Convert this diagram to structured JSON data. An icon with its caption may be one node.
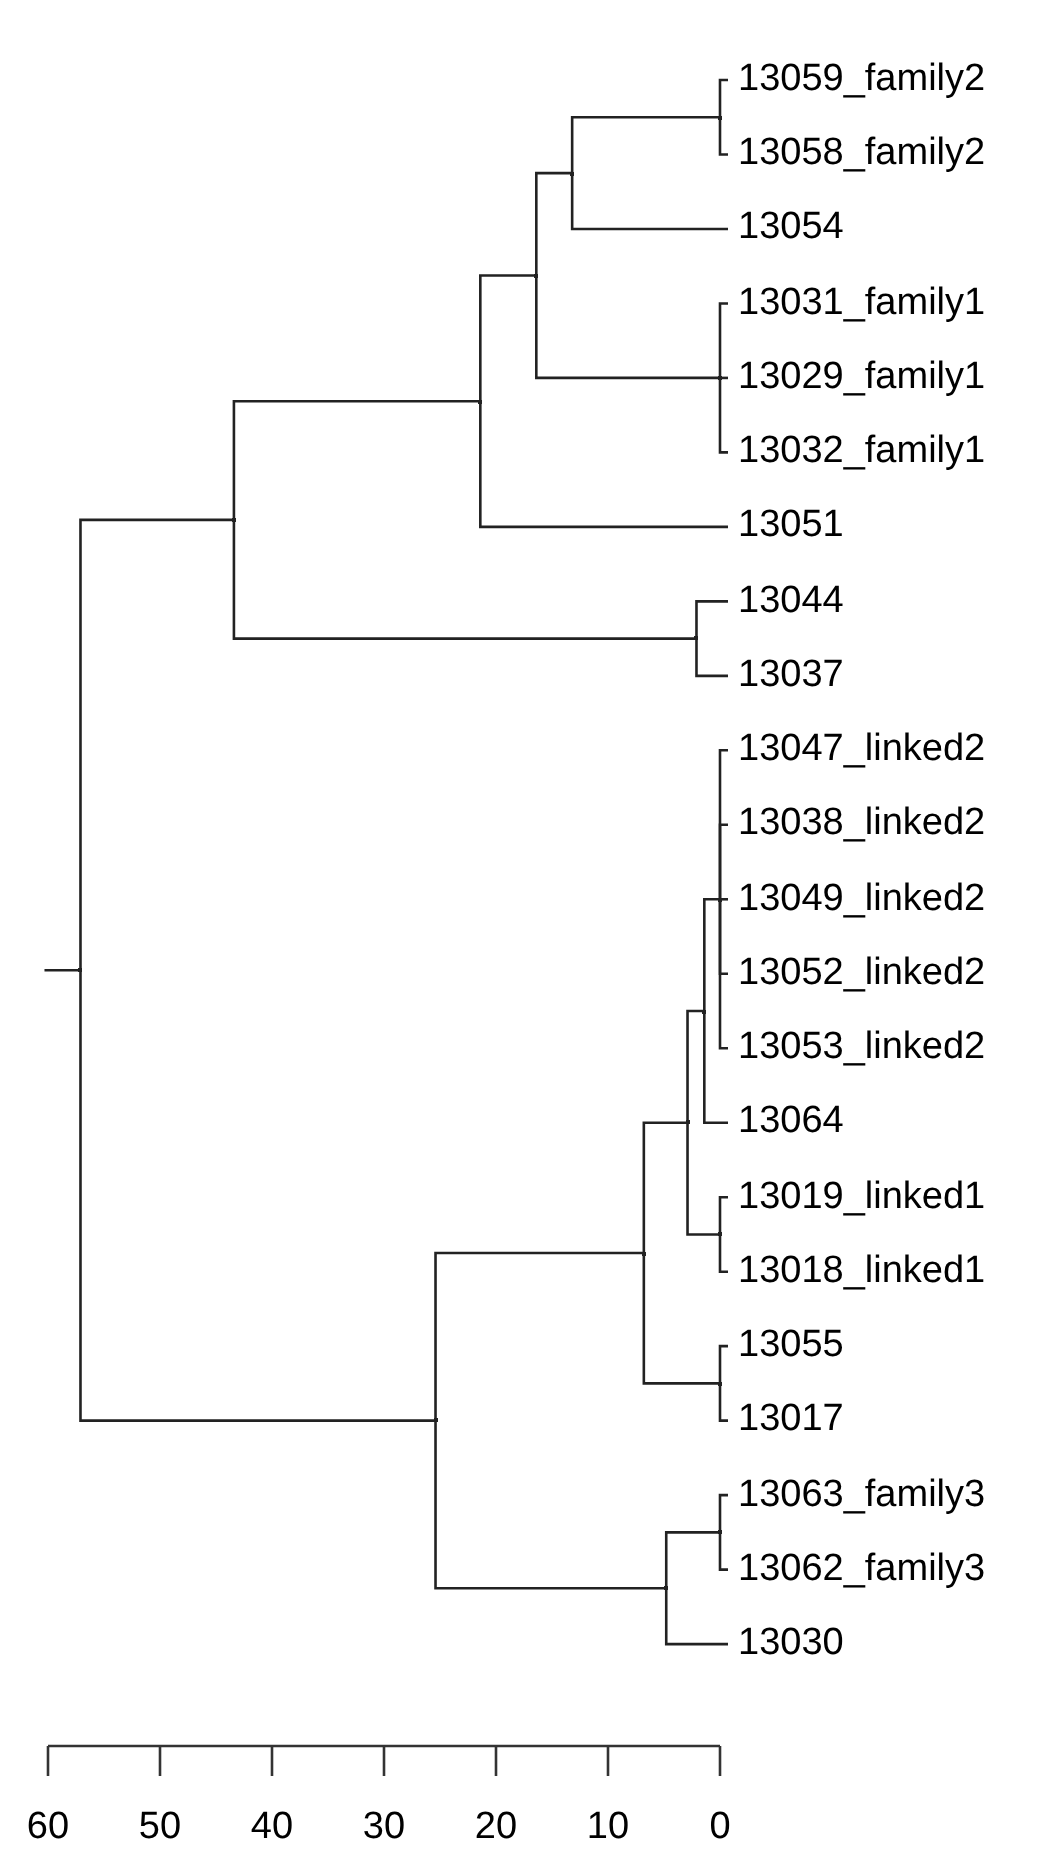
{
  "diagram": {
    "nodes": [
      {
        "text": [
          "13059_family2"
        ]
      },
      {
        "text": [
          "13058_family2"
        ]
      },
      {
        "text": [
          "13054"
        ]
      },
      {
        "text": [
          "13031_family1"
        ]
      },
      {
        "text": [
          "13029_family1"
        ]
      },
      {
        "text": [
          "13032_family1"
        ]
      },
      {
        "text": [
          "13051"
        ]
      },
      {
        "text": [
          "13044"
        ]
      },
      {
        "text": [
          "13037"
        ]
      },
      {
        "text": [
          "13047_linked2"
        ]
      },
      {
        "text": [
          "13038_linked2"
        ]
      },
      {
        "text": [
          "13049_linked2"
        ]
      },
      {
        "text": [
          "13052_linked2"
        ]
      },
      {
        "text": [
          "13053_linked2"
        ]
      },
      {
        "text": [
          "13064"
        ]
      },
      {
        "text": [
          "13019_linked1"
        ]
      },
      {
        "text": [
          "13018_linked1"
        ]
      },
      {
        "text": [
          "13055"
        ]
      },
      {
        "text": [
          "13017"
        ]
      },
      {
        "text": [
          "13063_family3"
        ]
      },
      {
        "text": [
          "13062_family3"
        ]
      },
      {
        "text": [
          "13030"
        ]
      },
      {
        "text": [],
        "shape": "point"
      },
      {
        "text": [],
        "shape": "point"
      },
      {
        "text": [],
        "shape": "point"
      },
      {
        "text": [],
        "shape": "point"
      },
      {
        "text": [],
        "shape": "point"
      },
      {
        "text": [],
        "shape": "point"
      },
      {
        "text": [],
        "shape": "point"
      },
      {
        "text": [],
        "shape": "point"
      },
      {
        "text": [],
        "shape": "point"
      },
      {
        "text": [],
        "shape": "point"
      },
      {
        "text": [],
        "shape": "point"
      },
      {
        "text": [],
        "shape": "point"
      },
      {
        "text": [],
        "shape": "point"
      },
      {
        "text": [],
        "shape": "point"
      },
      {
        "text": [],
        "shape": "point"
      },
      {
        "text": [],
        "shape": "point"
      },
      {
        "text": [],
        "shape": "point"
      }
    ],
    "edges": [
      {
        "from": 22,
        "to": 0,
        "arrow": "none"
      },
      {
        "from": 22,
        "to": 1,
        "arrow": "none"
      },
      {
        "from": 23,
        "to": 22,
        "arrow": "none"
      },
      {
        "from": 23,
        "to": 2,
        "arrow": "none"
      },
      {
        "from": 24,
        "to": 3,
        "arrow": "none"
      },
      {
        "from": 24,
        "to": 4,
        "arrow": "none"
      },
      {
        "from": 24,
        "to": 5,
        "arrow": "none"
      },
      {
        "from": 25,
        "to": 23,
        "arrow": "none"
      },
      {
        "from": 25,
        "to": 24,
        "arrow": "none"
      },
      {
        "from": 26,
        "to": 25,
        "arrow": "none"
      },
      {
        "from": 26,
        "to": 6,
        "arrow": "none"
      },
      {
        "from": 27,
        "to": 7,
        "arrow": "none"
      },
      {
        "from": 27,
        "to": 8,
        "arrow": "none"
      },
      {
        "from": 28,
        "to": 26,
        "arrow": "none"
      },
      {
        "from": 28,
        "to": 27,
        "arrow": "none"
      },
      {
        "from": 29,
        "to": 9,
        "arrow": "none"
      },
      {
        "from": 29,
        "to": 10,
        "arrow": "none"
      },
      {
        "from": 29,
        "to": 11,
        "arrow": "none"
      },
      {
        "from": 29,
        "to": 12,
        "arrow": "none"
      },
      {
        "from": 29,
        "to": 13,
        "arrow": "none"
      },
      {
        "from": 30,
        "to": 29,
        "arrow": "none"
      },
      {
        "from": 30,
        "to": 14,
        "arrow": "none"
      },
      {
        "from": 31,
        "to": 15,
        "arrow": "none"
      },
      {
        "from": 31,
        "to": 16,
        "arrow": "none"
      },
      {
        "from": 32,
        "to": 30,
        "arrow": "none"
      },
      {
        "from": 32,
        "to": 31,
        "arrow": "none"
      },
      {
        "from": 33,
        "to": 17,
        "arrow": "none"
      },
      {
        "from": 33,
        "to": 18,
        "arrow": "none"
      },
      {
        "from": 34,
        "to": 32,
        "arrow": "none"
      },
      {
        "from": 34,
        "to": 33,
        "arrow": "none"
      },
      {
        "from": 35,
        "to": 19,
        "arrow": "none"
      },
      {
        "from": 35,
        "to": 20,
        "arrow": "none"
      },
      {
        "from": 36,
        "to": 35,
        "arrow": "none"
      },
      {
        "from": 36,
        "to": 21,
        "arrow": "none"
      },
      {
        "from": 37,
        "to": 34,
        "arrow": "none"
      },
      {
        "from": 37,
        "to": 36,
        "arrow": "none"
      },
      {
        "from": 38,
        "to": 28,
        "arrow": "none"
      },
      {
        "from": 38,
        "to": 37,
        "arrow": "none"
      },
      {
        "from": null,
        "to": 38,
        "arrow": "none"
      }
    ],
    "labels": [
      "60",
      "50",
      "40",
      "30",
      "20",
      "10",
      "0"
    ]
  }
}
